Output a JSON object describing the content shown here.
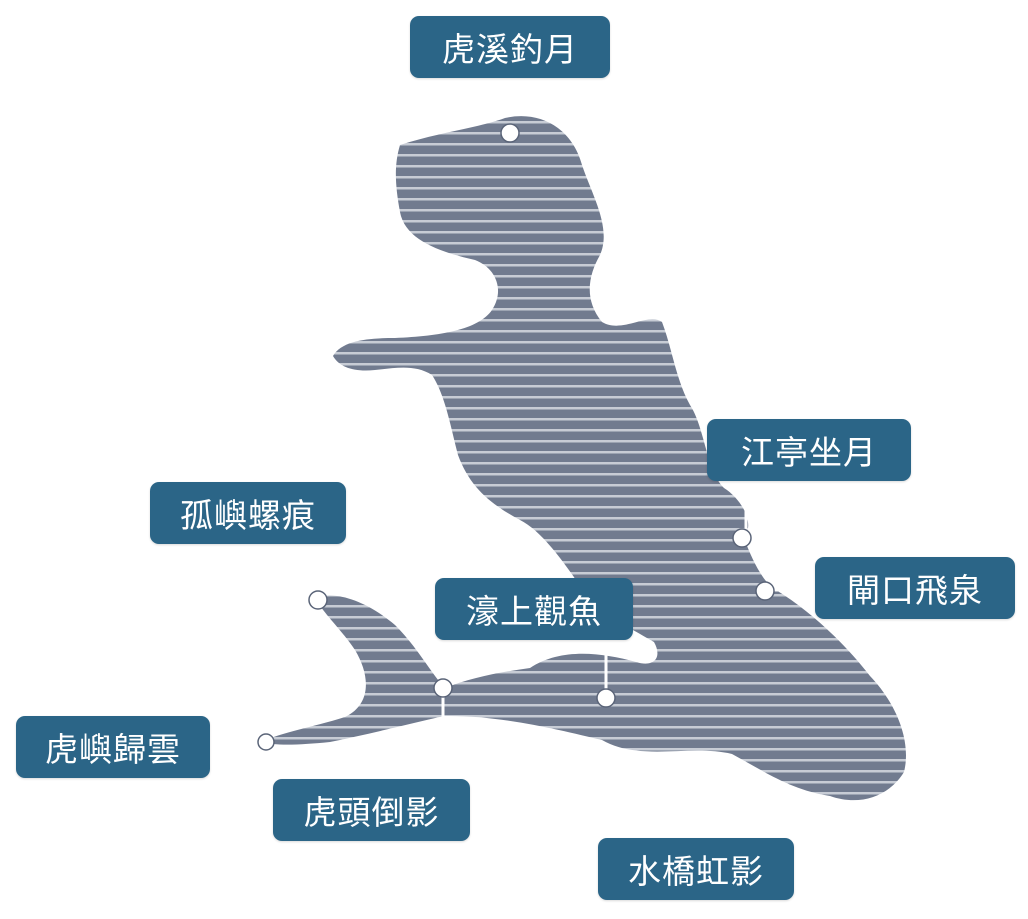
{
  "colors": {
    "lake_fill": "#717b8f",
    "stripe": "#c7ccd5",
    "label_bg": "#2b6587",
    "label_text": "#ffffff",
    "marker": "#ffffff"
  },
  "labels": {
    "huxi_diaoyue": "虎溪釣月",
    "jiangting_zuoyue": "江亭坐月",
    "guyu_luohen": "孤嶼螺痕",
    "zhakou_feiquan": "閘口飛泉",
    "haoshang_guanyu": "濠上觀魚",
    "huyu_guiyun": "虎嶼歸雲",
    "hutou_daoying": "虎頭倒影",
    "shuiqiao_hongying": "水橋虹影"
  }
}
